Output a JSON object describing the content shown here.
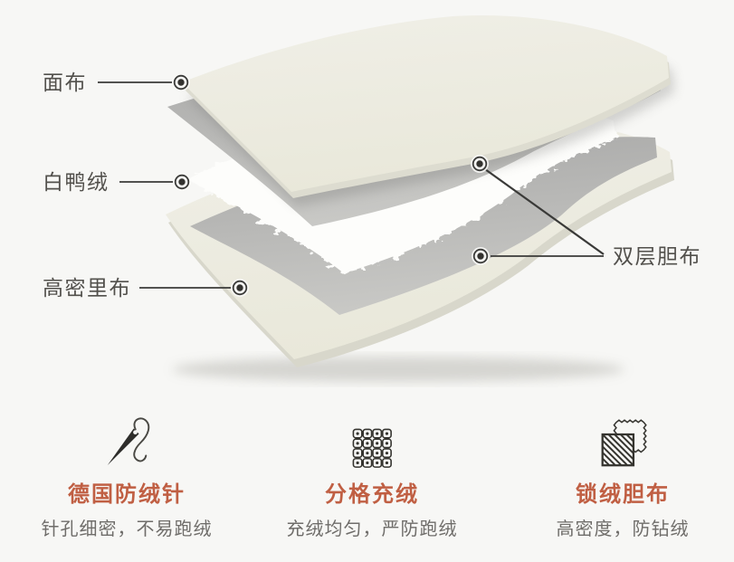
{
  "page": {
    "background": "#f7f7f5",
    "description": "Down fabric layer structure infographic"
  },
  "colors": {
    "accent_title": "#c05f43",
    "label_text": "#52504c",
    "subtitle_text": "#6f6d6a",
    "leader_line": "#3a3a38",
    "sheet_cream": "#edecdf",
    "sheet_cream_edge": "#dcdbce",
    "sheet_gray": "#b3b3b2",
    "down_white": "#fdfdfb"
  },
  "diagram": {
    "labels": {
      "face_fabric": "面布",
      "white_duck_down": "白鸭绒",
      "high_density_lining": "高密里布",
      "double_layer_liner": "双层胆布"
    },
    "layers_order": [
      "面布",
      "胆布",
      "白鸭绒",
      "胆布",
      "高密里布"
    ]
  },
  "features": [
    {
      "icon": "needle-icon",
      "title": "德国防绒针",
      "subtitle": "针孔细密，不易跑绒"
    },
    {
      "icon": "quilt-grid-icon",
      "title": "分格充绒",
      "subtitle": "充绒均匀，严防跑绒"
    },
    {
      "icon": "fabric-swatch-icon",
      "title": "锁绒胆布",
      "subtitle": "高密度，防钻绒"
    }
  ]
}
